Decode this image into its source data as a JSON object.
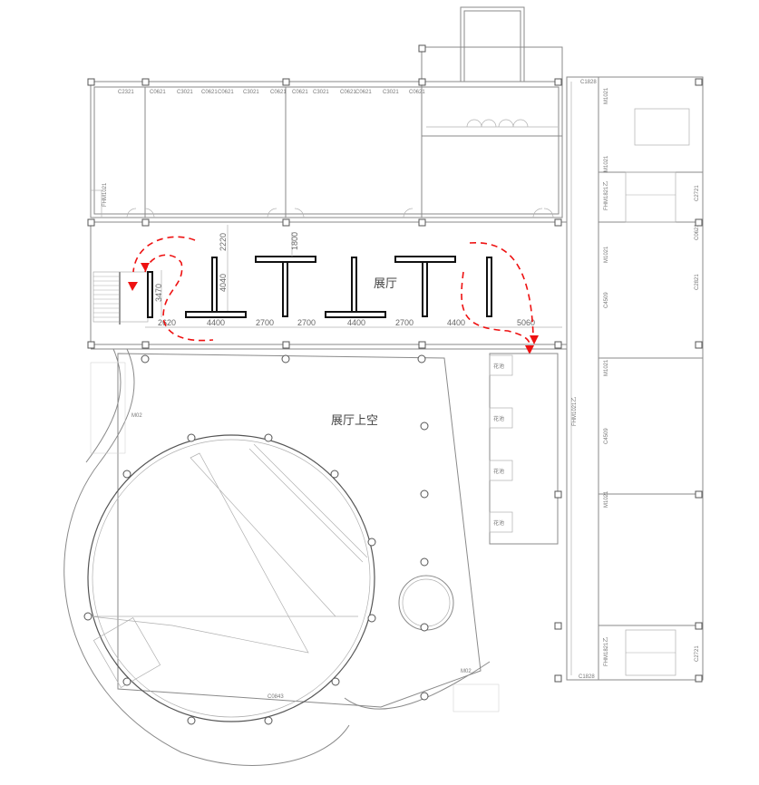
{
  "rooms": {
    "hall": "展厅",
    "void": "展厅上空"
  },
  "planters": [
    "花池",
    "花池",
    "花池",
    "花池"
  ],
  "top_windows": [
    "C2321",
    "C0621",
    "C3021",
    "C0621",
    "C0621",
    "C3021",
    "C0621",
    "C0621",
    "C3021",
    "C0621",
    "C0621",
    "C3021",
    "C0621"
  ],
  "dimensions": {
    "v1": "2220",
    "v2": "1800",
    "v3": "4040",
    "v4": "3470",
    "h": [
      "2620",
      "4400",
      "2700",
      "2700",
      "4400",
      "2700",
      "4400",
      "5060"
    ]
  },
  "right_wing": {
    "c1828_top": "C1828",
    "m1021_a": "M1021",
    "m1021_b": "M1021",
    "fhm_a": "FHM1821乙",
    "c2721_a": "C2721",
    "c0621": "C0621",
    "c1828_bottom": "C1828",
    "fhm_b": "FHM1821乙",
    "c2721_b": "C2721",
    "m1021_c": "M1021",
    "m1021_d": "M1021",
    "m1021_e": "M1021",
    "c4509_a": "C4509",
    "c4509_b": "C4509",
    "c2821": "C2821"
  },
  "misc": {
    "m02_a": "M02",
    "m02_b": "M02",
    "c0843": "C0843",
    "fhm_left": "FHM1021",
    "fhm_mid": "FHM1021乙"
  },
  "colors": {
    "route": "#e11111",
    "wall": "#8a8a8a"
  }
}
